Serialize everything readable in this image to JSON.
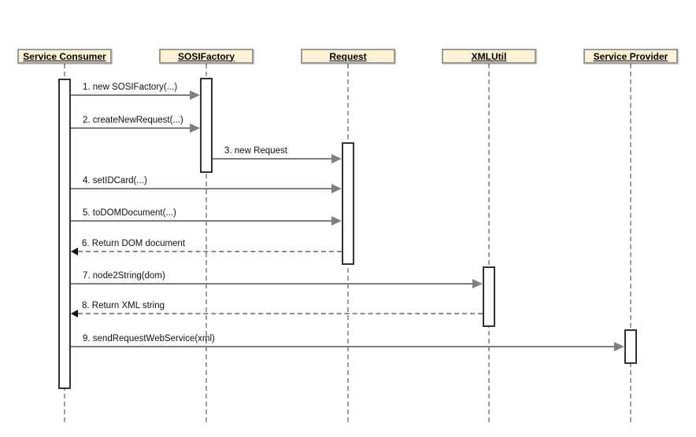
{
  "diagram": {
    "type": "uml-sequence-diagram",
    "background": "#ffffff",
    "colors": {
      "participant_fill": "#fcf3d4",
      "participant_border": "#999999",
      "lifeline": "#9e9e9e",
      "activation_fill": "#ffffff",
      "activation_border": "#333333",
      "message_line": "#808080",
      "return_arrowhead": "#111111",
      "text": "#000000"
    }
  },
  "participants": [
    {
      "name": "Service Consumer"
    },
    {
      "name": "SOSIFactory"
    },
    {
      "name": "Request"
    },
    {
      "name": "XMLUtil"
    },
    {
      "name": "Service Provider"
    }
  ],
  "messages": [
    {
      "label": "1. new SOSIFactory(...)",
      "from": "Service Consumer",
      "to": "SOSIFactory",
      "kind": "call"
    },
    {
      "label": "2. createNewRequest(...)",
      "from": "Service Consumer",
      "to": "SOSIFactory",
      "kind": "call"
    },
    {
      "label": "3. new Request",
      "from": "SOSIFactory",
      "to": "Request",
      "kind": "call"
    },
    {
      "label": "4. setIDCard(...)",
      "from": "Service Consumer",
      "to": "Request",
      "kind": "call"
    },
    {
      "label": "5. toDOMDocument(...)",
      "from": "Service Consumer",
      "to": "Request",
      "kind": "call"
    },
    {
      "label": "6. Return DOM document",
      "from": "Request",
      "to": "Service Consumer",
      "kind": "return"
    },
    {
      "label": "7. node2String(dom)",
      "from": "Service Consumer",
      "to": "XMLUtil",
      "kind": "call"
    },
    {
      "label": "8. Return XML string",
      "from": "XMLUtil",
      "to": "Service Consumer",
      "kind": "return"
    },
    {
      "label": "9. sendRequestWebService(xml)",
      "from": "Service Consumer",
      "to": "Service Provider",
      "kind": "call"
    }
  ]
}
